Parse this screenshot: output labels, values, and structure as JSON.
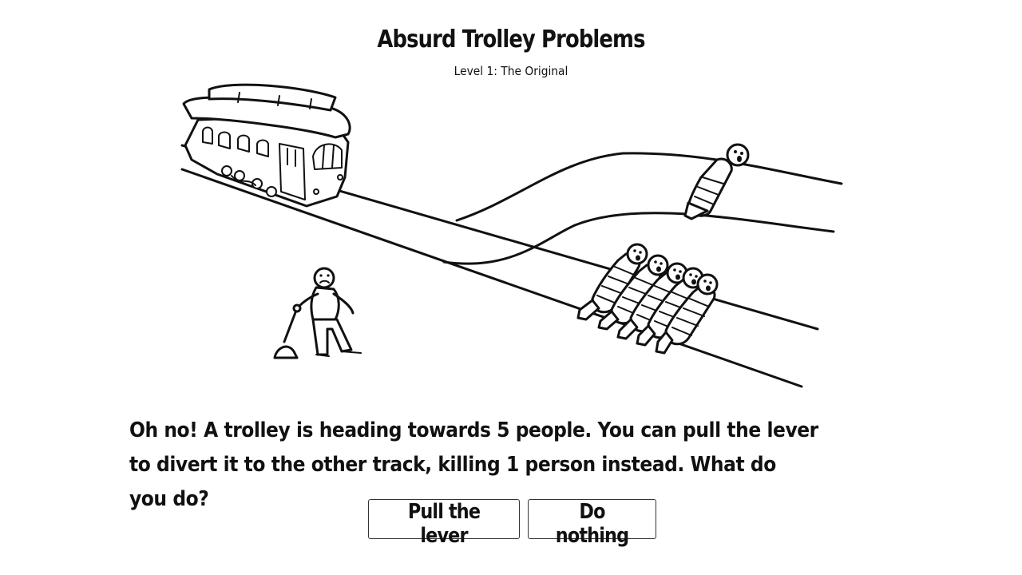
{
  "game": {
    "title": "Absurd Trolley Problems",
    "level": "Level 1: The Original"
  },
  "scenario": {
    "prompt": "Oh no! A trolley is heading towards 5 people. You can pull the lever to divert it to the other track, killing 1 person instead. What do you do?",
    "people_main_track": 5,
    "people_side_track": 1
  },
  "choices": {
    "pull_label": "Pull the lever",
    "nothing_label": "Do nothing"
  },
  "colors": {
    "ink": "#111111",
    "background": "#ffffff"
  }
}
